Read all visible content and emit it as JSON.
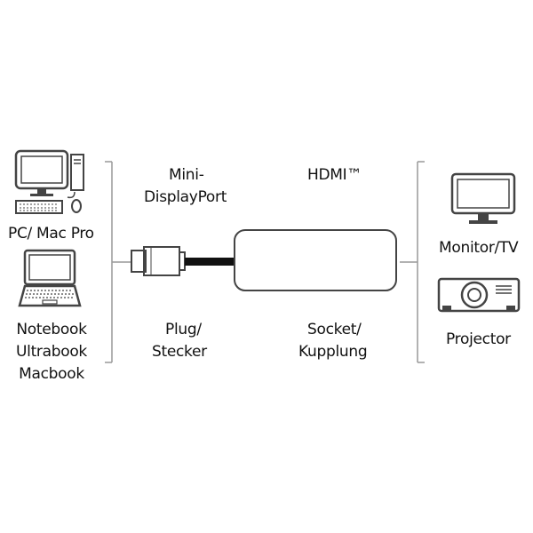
{
  "left_devices": {
    "pc_label": "PC/ Mac Pro",
    "notebook_labels": [
      "Notebook",
      "Ultrabook",
      "Macbook"
    ]
  },
  "connector": {
    "plug_type": [
      "Mini-",
      "DisplayPort"
    ],
    "plug_caption": [
      "Plug/",
      "Stecker"
    ],
    "socket_type": "HDMI™",
    "socket_caption": [
      "Socket/",
      "Kupplung"
    ]
  },
  "right_devices": {
    "monitor_label": "Monitor/TV",
    "projector_label": "Projector"
  },
  "icons": [
    "pc-icon",
    "notebook-icon",
    "minidisplayport-plug-icon",
    "hdmi-adapter-icon",
    "monitor-icon",
    "projector-icon"
  ]
}
